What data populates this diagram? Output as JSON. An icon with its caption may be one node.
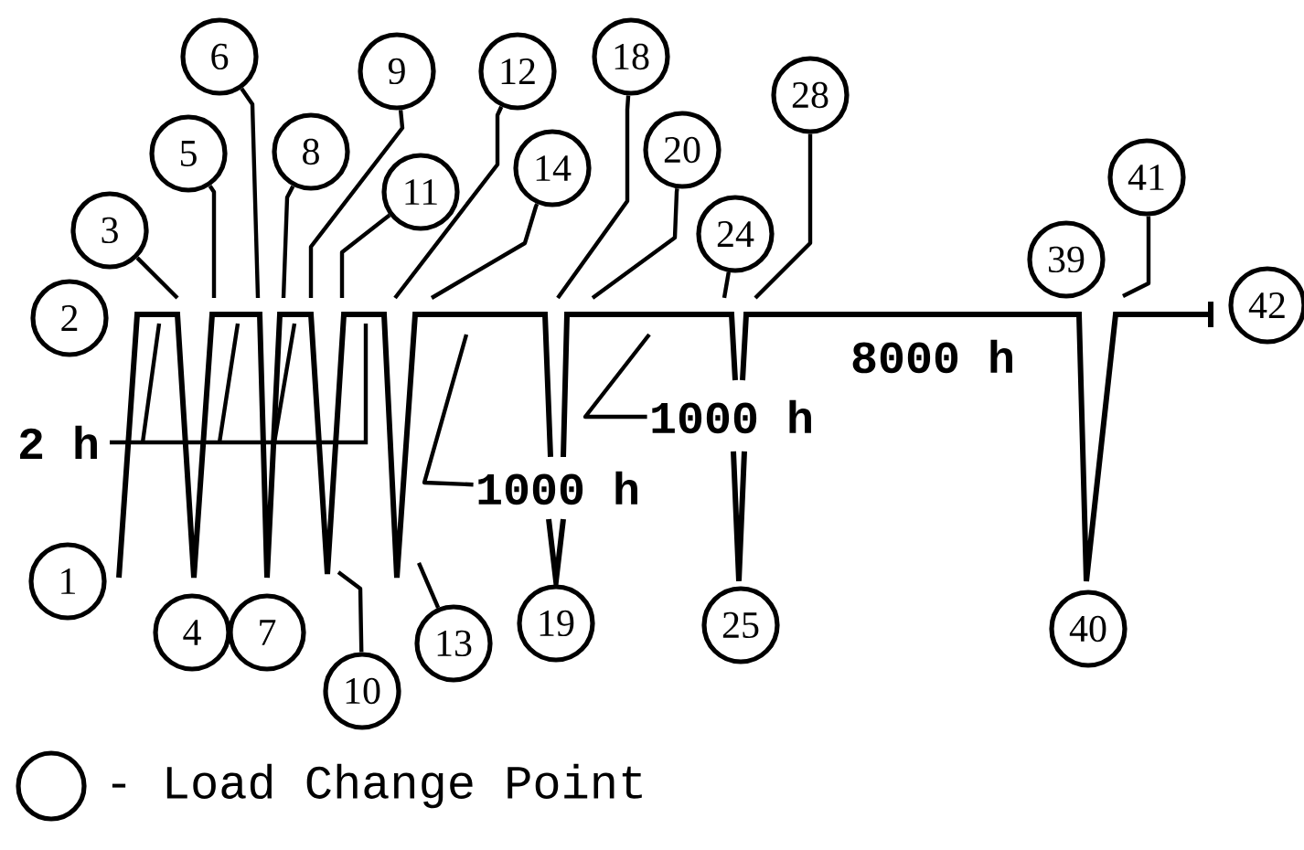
{
  "diagram": {
    "nodes": [
      {
        "text": [
          "1"
        ]
      },
      {
        "text": [
          "2"
        ]
      },
      {
        "text": [
          "3"
        ]
      },
      {
        "text": [
          "4"
        ]
      },
      {
        "text": [
          "5"
        ]
      },
      {
        "text": [
          "6"
        ]
      },
      {
        "text": [
          "7"
        ]
      },
      {
        "text": [
          "8"
        ]
      },
      {
        "text": [
          "9"
        ]
      },
      {
        "text": [
          "10"
        ]
      },
      {
        "text": [
          "11"
        ]
      },
      {
        "text": [
          "12"
        ]
      },
      {
        "text": [
          "13"
        ]
      },
      {
        "text": [
          "14"
        ]
      },
      {
        "text": [
          "18"
        ]
      },
      {
        "text": [
          "19"
        ]
      },
      {
        "text": [
          "20"
        ]
      },
      {
        "text": [
          "24"
        ]
      },
      {
        "text": [
          "25"
        ]
      },
      {
        "text": [
          "28"
        ]
      },
      {
        "text": [
          "39"
        ]
      },
      {
        "text": [
          "40"
        ]
      },
      {
        "text": [
          "41"
        ]
      },
      {
        "text": [
          "42"
        ]
      },
      {
        "text": [
          "1000 h"
        ]
      },
      {
        "text": [
          "1000 h"
        ]
      }
    ],
    "edges": [
      {
        "from": 2,
        "to": null,
        "arrow": "none"
      },
      {
        "from": 4,
        "to": null,
        "arrow": "none"
      },
      {
        "from": 5,
        "to": null,
        "arrow": "none"
      },
      {
        "from": 7,
        "to": null,
        "arrow": "none"
      },
      {
        "from": 8,
        "to": null,
        "arrow": "none"
      },
      {
        "from": 9,
        "to": null,
        "arrow": "none"
      },
      {
        "from": 10,
        "to": null,
        "arrow": "none"
      },
      {
        "from": 11,
        "to": null,
        "arrow": "none"
      },
      {
        "from": 12,
        "to": null,
        "arrow": "none"
      },
      {
        "from": 13,
        "to": null,
        "arrow": "none"
      },
      {
        "from": 14,
        "to": null,
        "arrow": "none"
      },
      {
        "from": 16,
        "to": null,
        "arrow": "none"
      },
      {
        "from": 17,
        "to": null,
        "arrow": "none"
      },
      {
        "from": 19,
        "to": null,
        "arrow": "none"
      },
      {
        "from": 22,
        "to": null,
        "arrow": "none"
      },
      {
        "from": 24,
        "to": null,
        "arrow": "none"
      },
      {
        "from": 25,
        "to": null,
        "arrow": "none"
      }
    ],
    "labels": [
      "2 h",
      "8000 h"
    ],
    "legend": [
      {
        "text": "- Load Change Point"
      }
    ]
  }
}
